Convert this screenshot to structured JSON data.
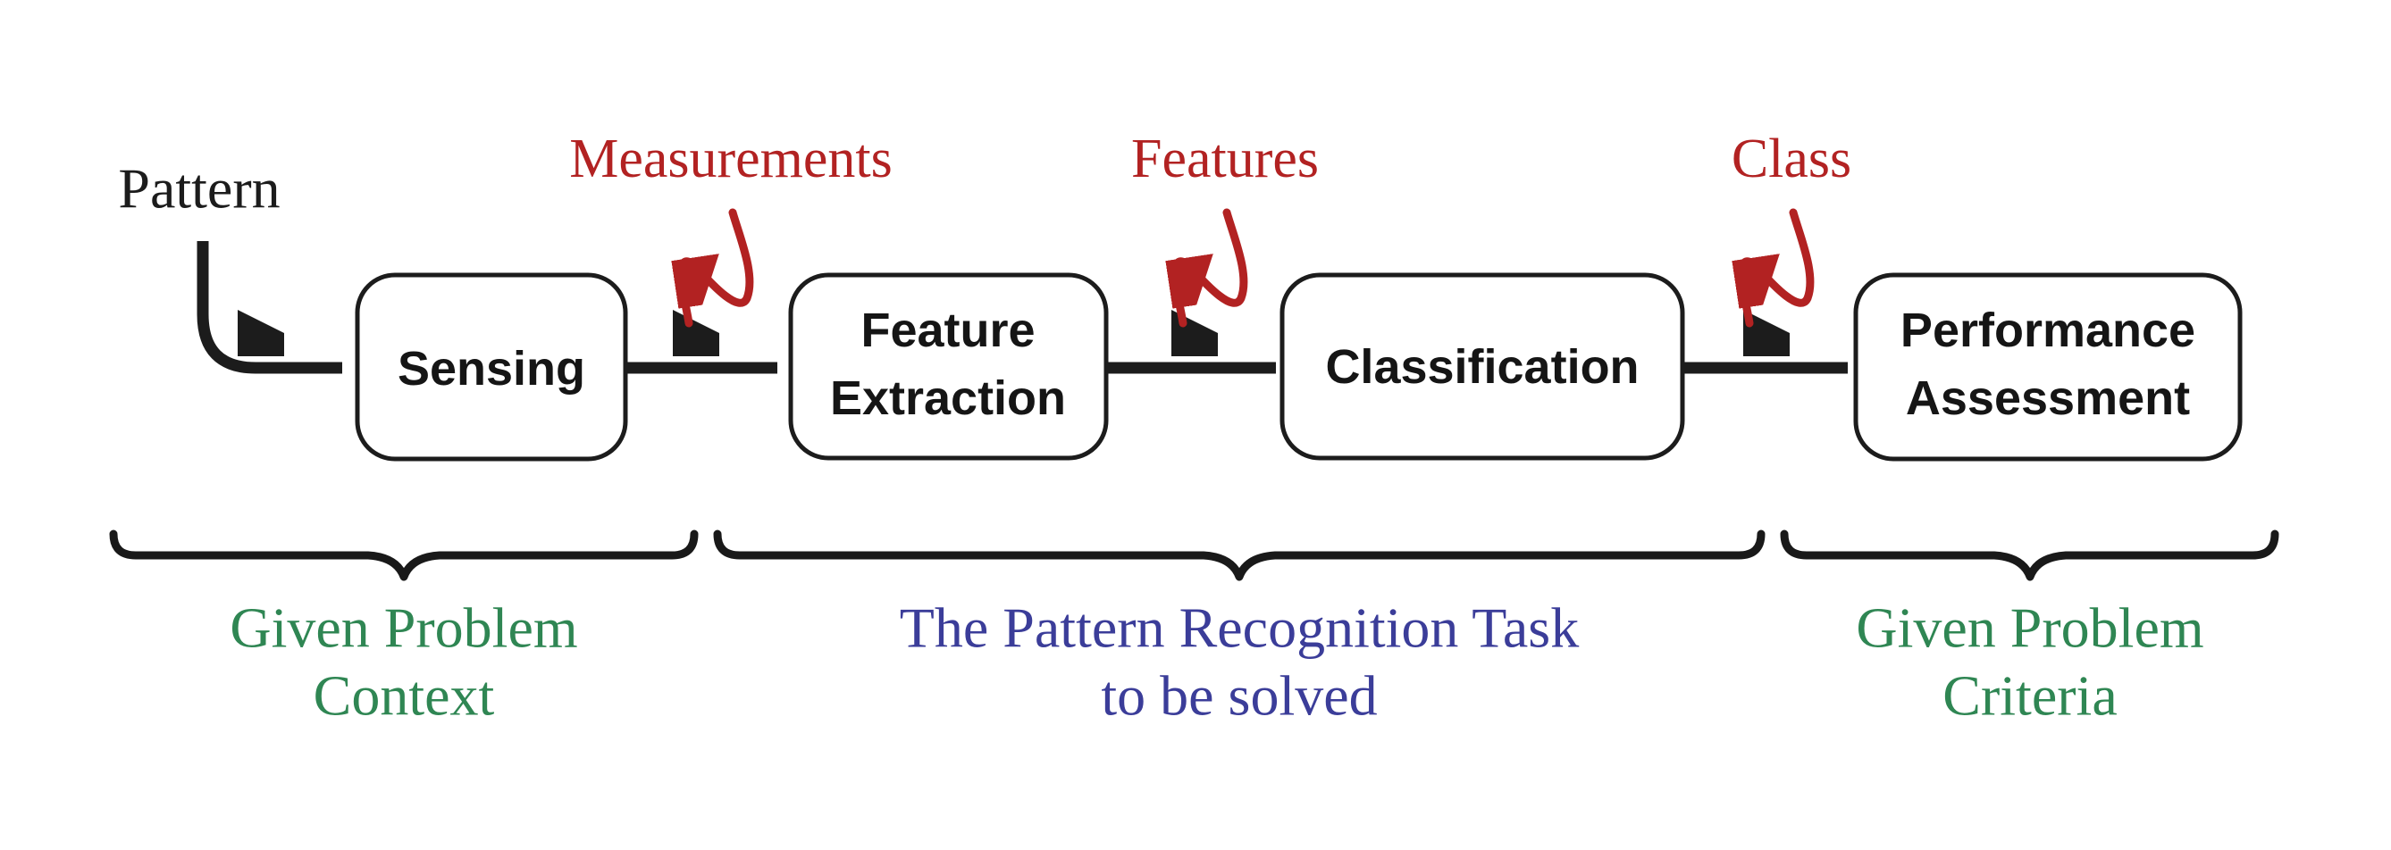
{
  "colors": {
    "ink": "#1c1c1c",
    "accent_red": "#b22222",
    "accent_green": "#2f8653",
    "accent_blue": "#3b3d99"
  },
  "input_label": "Pattern",
  "stages": [
    {
      "lines": [
        "Sensing"
      ]
    },
    {
      "lines": [
        "Feature",
        "Extraction"
      ]
    },
    {
      "lines": [
        "Classification"
      ]
    },
    {
      "lines": [
        "Performance",
        "Assessment"
      ]
    }
  ],
  "data_flow_labels": [
    {
      "text": "Measurements"
    },
    {
      "text": "Features"
    },
    {
      "text": "Class"
    }
  ],
  "brace_captions": [
    {
      "lines": [
        "Given Problem",
        "Context"
      ]
    },
    {
      "lines": [
        "The Pattern Recognition Task",
        "to be solved"
      ]
    },
    {
      "lines": [
        "Given Problem",
        "Criteria"
      ]
    }
  ]
}
